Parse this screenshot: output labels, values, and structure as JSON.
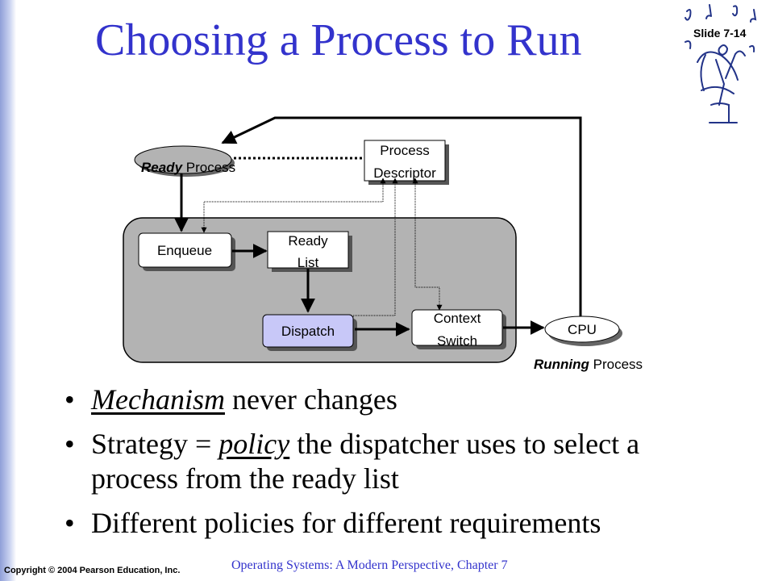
{
  "slide": {
    "title": "Choosing a Process to Run",
    "slide_number": "Slide 7-14",
    "copyright": "Copyright © 2004 Pearson Education, Inc.",
    "footer": "Operating Systems: A Modern Perspective, Chapter 7"
  },
  "diagram": {
    "ready_process": {
      "italic": "Ready",
      "rest": " Process"
    },
    "process_descriptor": {
      "line1": "Process",
      "line2": "Descriptor"
    },
    "enqueue": "Enqueue",
    "ready_list": {
      "line1": "Ready",
      "line2": "List"
    },
    "dispatch": "Dispatch",
    "context_switch": {
      "line1": "Context",
      "line2": "Switch"
    },
    "cpu": "CPU",
    "running_process": {
      "italic": "Running",
      "rest": " Process"
    }
  },
  "bullets": {
    "b1": {
      "term": "Mechanism",
      "rest": " never changes"
    },
    "b2": {
      "pre": "Strategy = ",
      "term": "policy",
      "rest": " the dispatcher uses to select a process from the ready list"
    },
    "b3": {
      "text": "Different policies for different requirements"
    }
  },
  "colors": {
    "title": "#3333cc",
    "footer": "#3333cc",
    "panel": "#b3b3b3",
    "dispatch_fill": "#c8c8f8"
  }
}
